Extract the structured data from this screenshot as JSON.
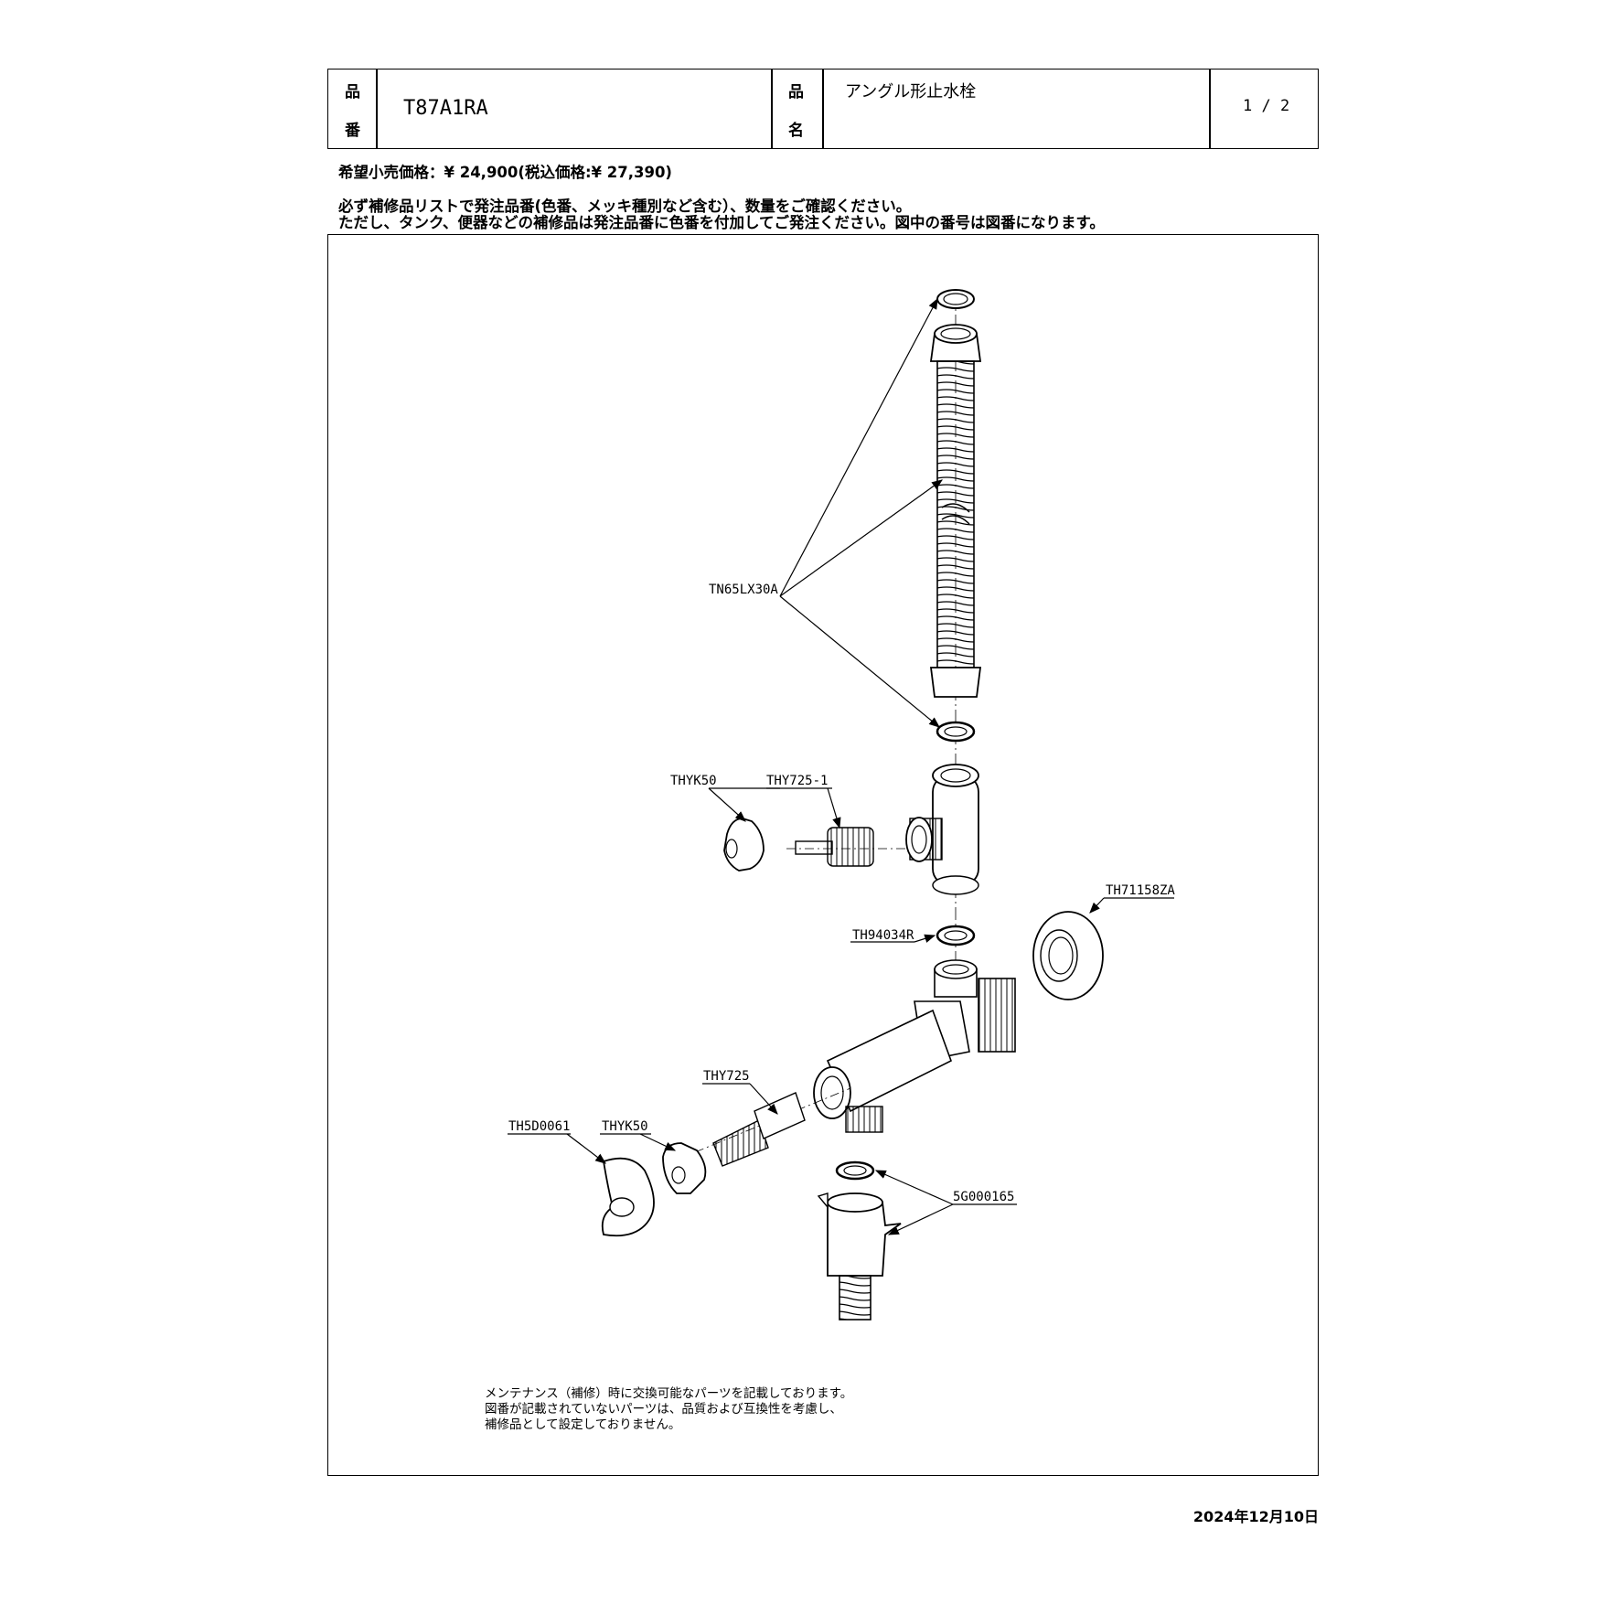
{
  "header": {
    "part_no_label_1": "品",
    "part_no_label_2": "番",
    "part_no": "T87A1RA",
    "name_label_1": "品",
    "name_label_2": "名",
    "product_name": "アングル形止水栓",
    "page": "1 / 2"
  },
  "price_line": "希望小売価格：¥ 24,900(税込価格:¥ 27,390)",
  "instructions": [
    "必ず補修品リストで発注品番(色番、メッキ種別など含む）、数量をご確認ください。",
    "ただし、タンク、便器などの補修品は発注品番に色番を付加してご発注ください。図中の番号は図番になります。"
  ],
  "callouts": {
    "hose": "TN65LX30A",
    "cap_upper": "THYK50",
    "spindle_upper": "THY725-1",
    "flange": "TH71158ZA",
    "packing": "TH94034R",
    "spindle_lower": "THY725",
    "cap_lower": "THYK50",
    "handle": "TH5D0061",
    "adapter": "5G000165"
  },
  "notes": [
    "メンテナンス（補修）時に交換可能なパーツを記載しております。",
    "図番が記載されていないパーツは、品質および互換性を考慮し、",
    "補修品として設定しておりません。"
  ],
  "date": "2024年12月10日"
}
